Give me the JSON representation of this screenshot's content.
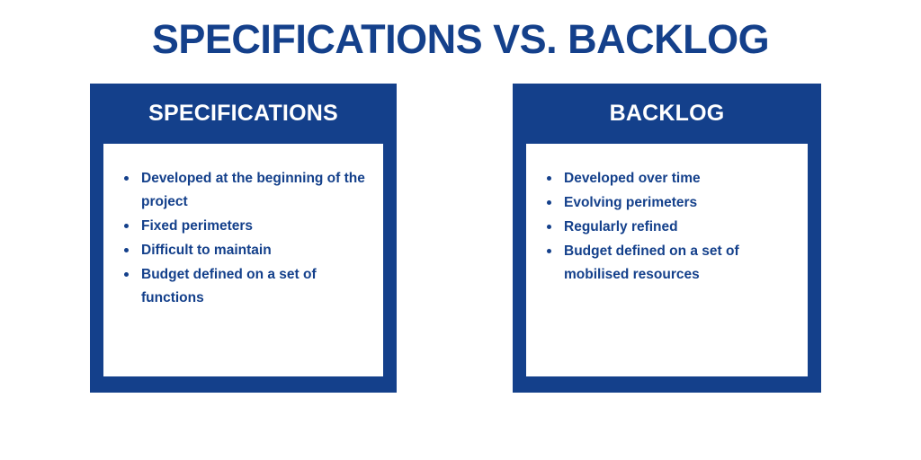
{
  "slide": {
    "title": "SPECIFICATIONS VS. BACKLOG",
    "accent_color": "#14408b",
    "background_color": "#ffffff",
    "text_color_on_blue": "#ffffff"
  },
  "cards": [
    {
      "header": "SPECIFICATIONS",
      "bullets": [
        "Developed at the beginning of the project",
        "Fixed perimeters",
        "Difficult to maintain",
        "Budget defined on a set of functions"
      ]
    },
    {
      "header": "BACKLOG",
      "bullets": [
        "Developed over time",
        "Evolving perimeters",
        "Regularly refined",
        "Budget defined on a set of mobilised resources"
      ]
    }
  ]
}
